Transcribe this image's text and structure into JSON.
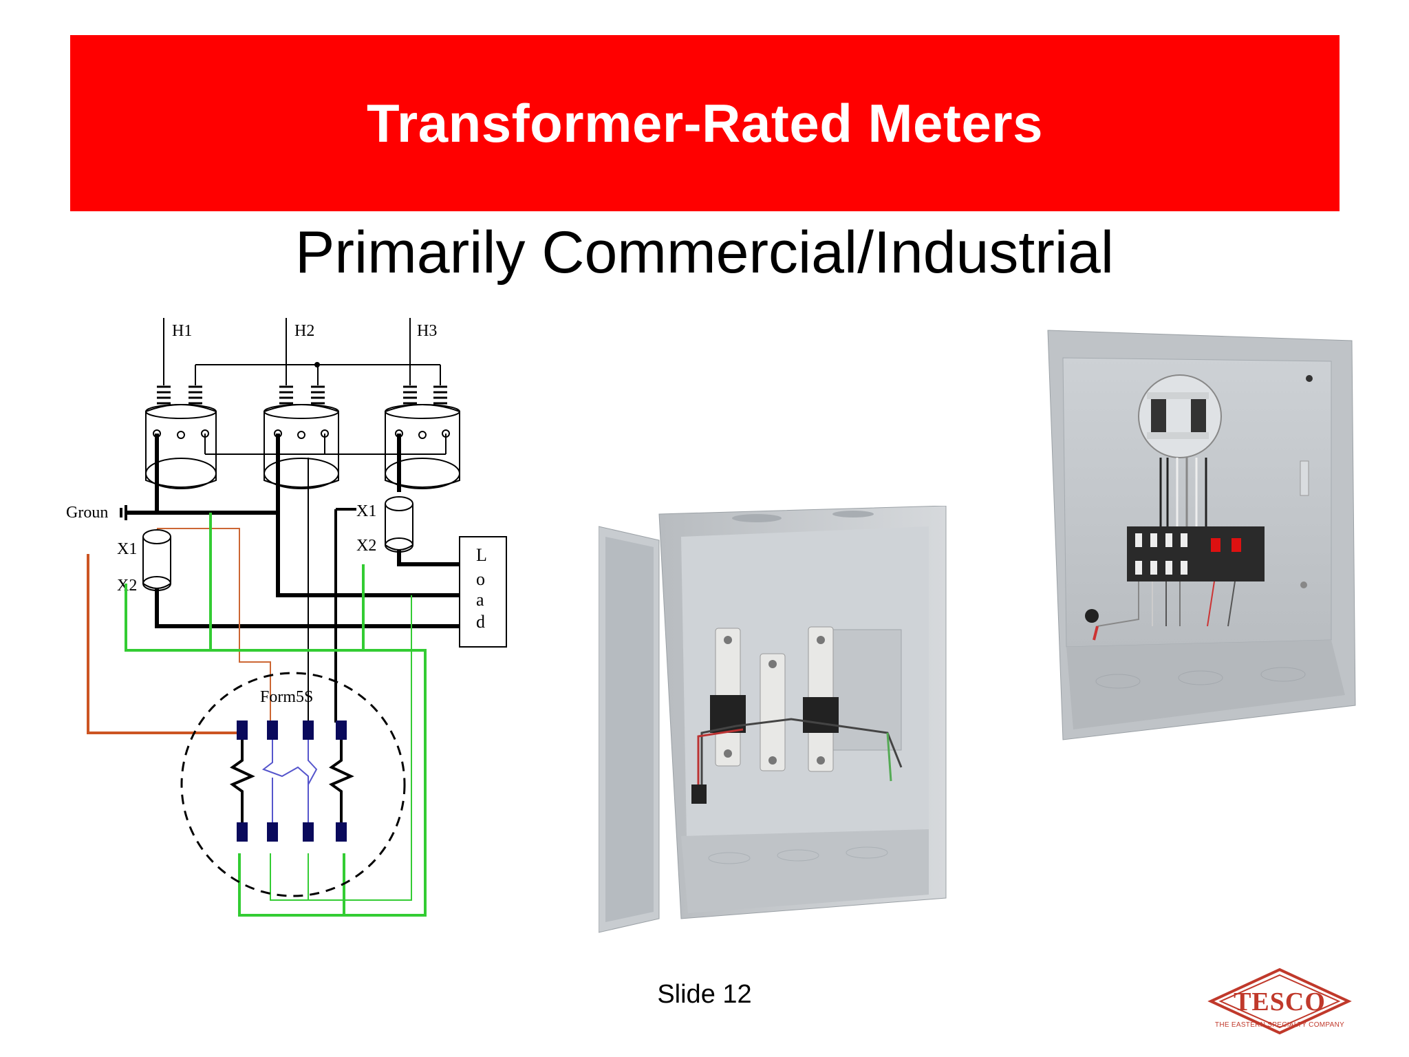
{
  "slide": {
    "title": "Transformer-Rated Meters",
    "subtitle": "Primarily Commercial/Industrial",
    "footer": "Slide 12",
    "colors": {
      "banner": "#ff0000",
      "title_text": "#ffffff",
      "wire_green": "#22cc22",
      "wire_red": "#cc5522"
    }
  },
  "diagram": {
    "labels": {
      "h1": "H1",
      "h2": "H2",
      "h3": "H3",
      "ground": "Groun",
      "x1_left": "X1",
      "x2_left": "X2",
      "x1_right": "X1",
      "x2_right": "X2",
      "load": [
        "L",
        "o",
        "a",
        "d"
      ],
      "form": "Form5S"
    }
  },
  "logo": {
    "text": "TESCO",
    "tagline": "THE EASTERN SPECIALTY COMPANY",
    "icon": "tesco-diamond-logo"
  }
}
